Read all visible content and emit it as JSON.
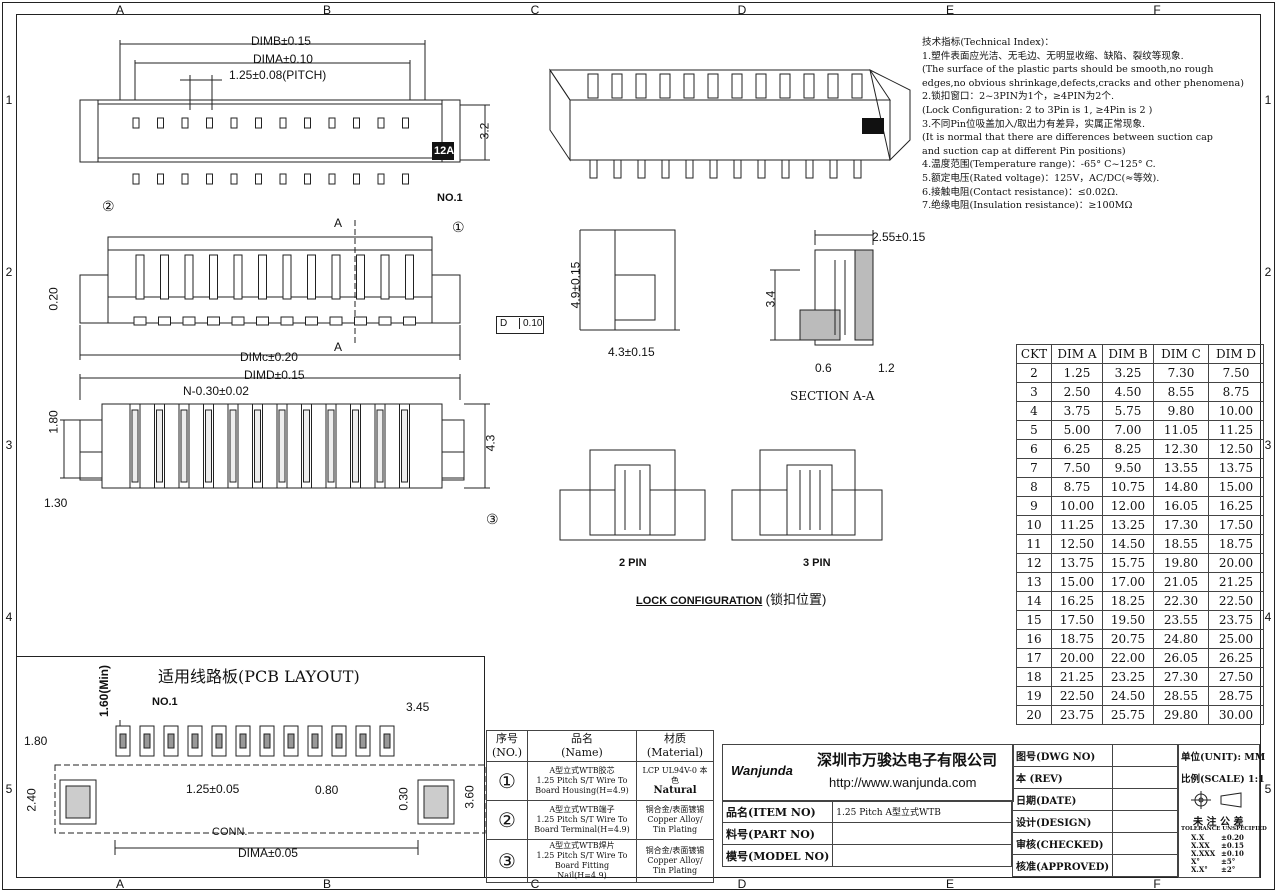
{
  "zones": {
    "cols": [
      "A",
      "B",
      "C",
      "D",
      "E",
      "F"
    ],
    "rows": [
      "1",
      "2",
      "3",
      "4",
      "5"
    ]
  },
  "top_view": {
    "dim_b": "DIMB±0.15",
    "dim_a": "DIMA±0.10",
    "pitch": "1.25±0.08(PITCH)",
    "height": "3.2",
    "no1": "NO.1",
    "callout2": "②",
    "mark": "12A"
  },
  "front_view": {
    "dim_c": "DIMc±0.20",
    "h020": "0.20",
    "section_a": "A",
    "callout1": "①"
  },
  "bottom_view": {
    "dim_d": "DIMD±0.15",
    "slot": "N-0.30±0.02",
    "h180": "1.80",
    "h43": "4.3",
    "w130": "1.30",
    "callout3": "③"
  },
  "side_view": {
    "h49": "4.9±0.15",
    "w43": "4.3±0.15",
    "flat_symbol": "D",
    "flat_value": "0.10"
  },
  "section": {
    "w255": "2.55±0.15",
    "h34": "3.4",
    "w06": "0.6",
    "w12": "1.2",
    "title": "SECTION A-A"
  },
  "lock": {
    "pin2": "2 PIN",
    "pin3": "3 PIN",
    "title": "LOCK CONFIGURATION",
    "title_cn": "(锁扣位置)"
  },
  "tech_index": [
    "技术指标(Technical Index)：",
    "  1.塑件表面应光洁、无毛边、无明显收缩、缺陷、裂纹等现象.",
    "(The surface of the plastic parts should be smooth,no rough",
    " edges,no obvious shrinkage,defects,cracks and other phenomena)",
    "  2.锁扣窗口：2~3PIN为1个，≥4PIN为2个.",
    "(Lock Configuration: 2 to 3Pin is 1, ≥4Pin is 2 )",
    "  3.不同Pin位吸盖加入/取出力有差异，实属正常现象.",
    "(It is normal that there are differences between suction cap",
    " and suction cap at different Pin positions)",
    "  4.温度范围(Temperature range)：-65° C~125° C.",
    "  5.额定电压(Rated voltage)：125V，AC/DC(≈等效).",
    "  6.接触电阻(Contact resistance)：≤0.02Ω.",
    "  7.绝缘电阻(Insulation resistance)：≥100MΩ"
  ],
  "dim_table": {
    "headers": [
      "CKT",
      "DIM A",
      "DIM B",
      "DIM C",
      "DIM D"
    ],
    "rows": [
      [
        "2",
        "1.25",
        "3.25",
        "7.30",
        "7.50"
      ],
      [
        "3",
        "2.50",
        "4.50",
        "8.55",
        "8.75"
      ],
      [
        "4",
        "3.75",
        "5.75",
        "9.80",
        "10.00"
      ],
      [
        "5",
        "5.00",
        "7.00",
        "11.05",
        "11.25"
      ],
      [
        "6",
        "6.25",
        "8.25",
        "12.30",
        "12.50"
      ],
      [
        "7",
        "7.50",
        "9.50",
        "13.55",
        "13.75"
      ],
      [
        "8",
        "8.75",
        "10.75",
        "14.80",
        "15.00"
      ],
      [
        "9",
        "10.00",
        "12.00",
        "16.05",
        "16.25"
      ],
      [
        "10",
        "11.25",
        "13.25",
        "17.30",
        "17.50"
      ],
      [
        "11",
        "12.50",
        "14.50",
        "18.55",
        "18.75"
      ],
      [
        "12",
        "13.75",
        "15.75",
        "19.80",
        "20.00"
      ],
      [
        "13",
        "15.00",
        "17.00",
        "21.05",
        "21.25"
      ],
      [
        "14",
        "16.25",
        "18.25",
        "22.30",
        "22.50"
      ],
      [
        "15",
        "17.50",
        "19.50",
        "23.55",
        "23.75"
      ],
      [
        "16",
        "18.75",
        "20.75",
        "24.80",
        "25.00"
      ],
      [
        "17",
        "20.00",
        "22.00",
        "26.05",
        "26.25"
      ],
      [
        "18",
        "21.25",
        "23.25",
        "27.30",
        "27.50"
      ],
      [
        "19",
        "22.50",
        "24.50",
        "28.55",
        "28.75"
      ],
      [
        "20",
        "23.75",
        "25.75",
        "29.80",
        "30.00"
      ]
    ]
  },
  "pcb": {
    "title": "适用线路板(PCB LAYOUT)",
    "min": "1.60(Min)",
    "no1": "NO.1",
    "w345": "3.45",
    "h180": "1.80",
    "h240": "2.40",
    "pitch": "1.25±0.05",
    "w080": "0.80",
    "h030": "0.30",
    "h360": "3.60",
    "conn": "CONN.",
    "dim_a": "DIMA±0.05"
  },
  "bom": {
    "headers": [
      [
        "序号",
        "(NO.)"
      ],
      [
        "品名",
        "(Name)"
      ],
      [
        "材质",
        "(Material)"
      ]
    ],
    "rows": [
      {
        "no": "①",
        "name": [
          "A型立式WTB胶芯",
          "1.25 Pitch S/T Wire To",
          "Board Housing(H=4.9)"
        ],
        "mat": [
          "LCP UL94V-0 本色",
          "Natural"
        ]
      },
      {
        "no": "②",
        "name": [
          "A型立式WTB端子",
          "1.25 Pitch S/T Wire To",
          "Board Terminal(H=4.9)"
        ],
        "mat": [
          "铜合金/表面镀锡",
          "Copper Alloy/",
          "Tin Plating"
        ]
      },
      {
        "no": "③",
        "name": [
          "A型立式WTB焊片",
          "1.25 Pitch S/T Wire To",
          "Board Fitting Nail(H=4.9)"
        ],
        "mat": [
          "铜合金/表面镀锡",
          "Copper Alloy/",
          "Tin Plating"
        ]
      }
    ]
  },
  "title_block": {
    "logo": "Wanjunda",
    "company": "深圳市万骏达电子有限公司",
    "url": "http://www.wanjunda.com",
    "dwg_no": "图号(DWG NO)",
    "rev": "本 (REV)",
    "date": "日期(DATE)",
    "design": "设计(DESIGN)",
    "checked": "审核(CHECKED)",
    "approved": "核准(APPROVED)",
    "item_no": "品名(ITEM NO)",
    "item_value": "1.25 Pitch A型立式WTB",
    "part_no": "料号(PART NO)",
    "model_no": "模号(MODEL NO)",
    "unit": "单位(UNIT): MM",
    "scale": "比例(SCALE) 1:1",
    "tol_title": "未 注 公 差",
    "tol_sub": "TOLERANCE UNSPECIFIED",
    "tol": [
      [
        "X.X",
        "±0.20"
      ],
      [
        "X.XX",
        "±0.15"
      ],
      [
        "X.XXX",
        "±0.10"
      ],
      [
        "X°",
        "±5°"
      ],
      [
        "X.X°",
        "±2°"
      ]
    ]
  }
}
